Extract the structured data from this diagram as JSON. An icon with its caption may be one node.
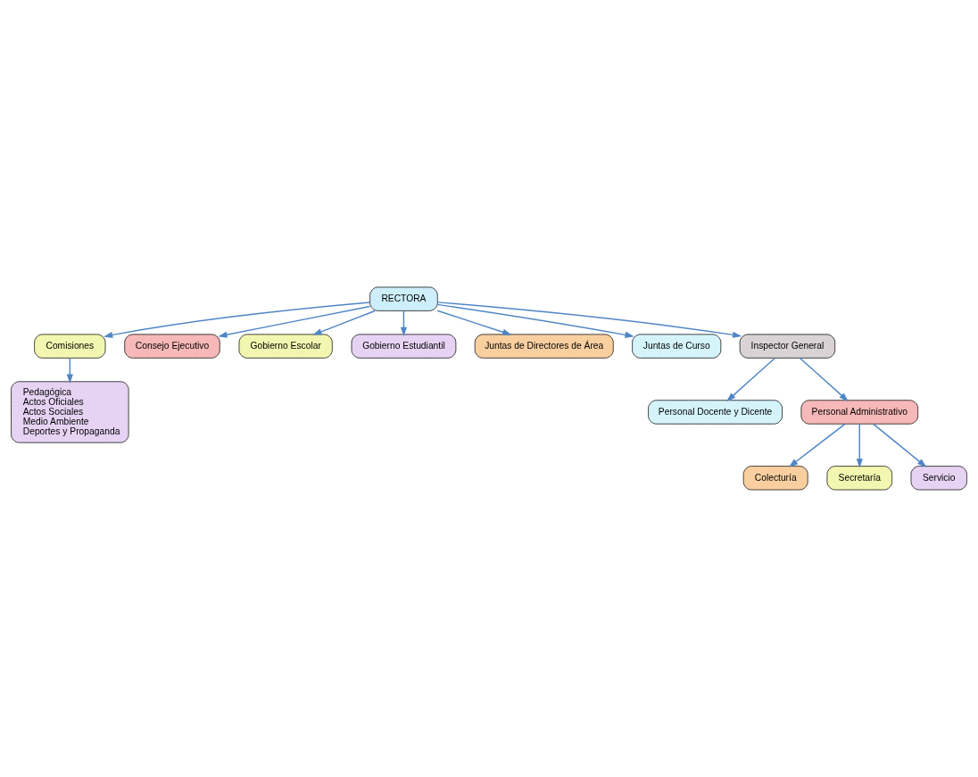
{
  "diagram": {
    "nodes": [
      {
        "text": [
          "RECTORA"
        ]
      },
      {
        "text": [
          "Comisiones"
        ]
      },
      {
        "text": [
          "Pedagógica",
          "Actos Oficiales",
          "Actos Sociales",
          "Medio Ambiente",
          "Deportes y Propaganda"
        ]
      },
      {
        "text": [
          "Consejo Ejecutivo"
        ]
      },
      {
        "text": [
          "Gobierno Escolar"
        ]
      },
      {
        "text": [
          "Gobierno Estudiantil"
        ]
      },
      {
        "text": [
          "Juntas de Directores de Área"
        ]
      },
      {
        "text": [
          "Juntas de Curso"
        ]
      },
      {
        "text": [
          "Inspector General"
        ]
      },
      {
        "text": [
          "Personal Docente y Dicente"
        ]
      },
      {
        "text": [
          "Personal Administrativo"
        ]
      },
      {
        "text": [
          "Colecturía"
        ]
      },
      {
        "text": [
          "Secretaría"
        ]
      },
      {
        "text": [
          "Servicio"
        ]
      }
    ],
    "edges": [
      {
        "from": 0,
        "to": 1,
        "arrow": "to"
      },
      {
        "from": 1,
        "to": 2,
        "arrow": "to"
      },
      {
        "from": 0,
        "to": 3,
        "arrow": "to"
      },
      {
        "from": 0,
        "to": 4,
        "arrow": "to"
      },
      {
        "from": 0,
        "to": 5,
        "arrow": "to"
      },
      {
        "from": 0,
        "to": 6,
        "arrow": "to"
      },
      {
        "from": 0,
        "to": 7,
        "arrow": "to"
      },
      {
        "from": 0,
        "to": 8,
        "arrow": "to"
      },
      {
        "from": 8,
        "to": 9,
        "arrow": "to"
      },
      {
        "from": 8,
        "to": 10,
        "arrow": "to"
      },
      {
        "from": 10,
        "to": 11,
        "arrow": "to"
      },
      {
        "from": 10,
        "to": 12,
        "arrow": "to"
      },
      {
        "from": 10,
        "to": 13,
        "arrow": "to"
      }
    ]
  }
}
